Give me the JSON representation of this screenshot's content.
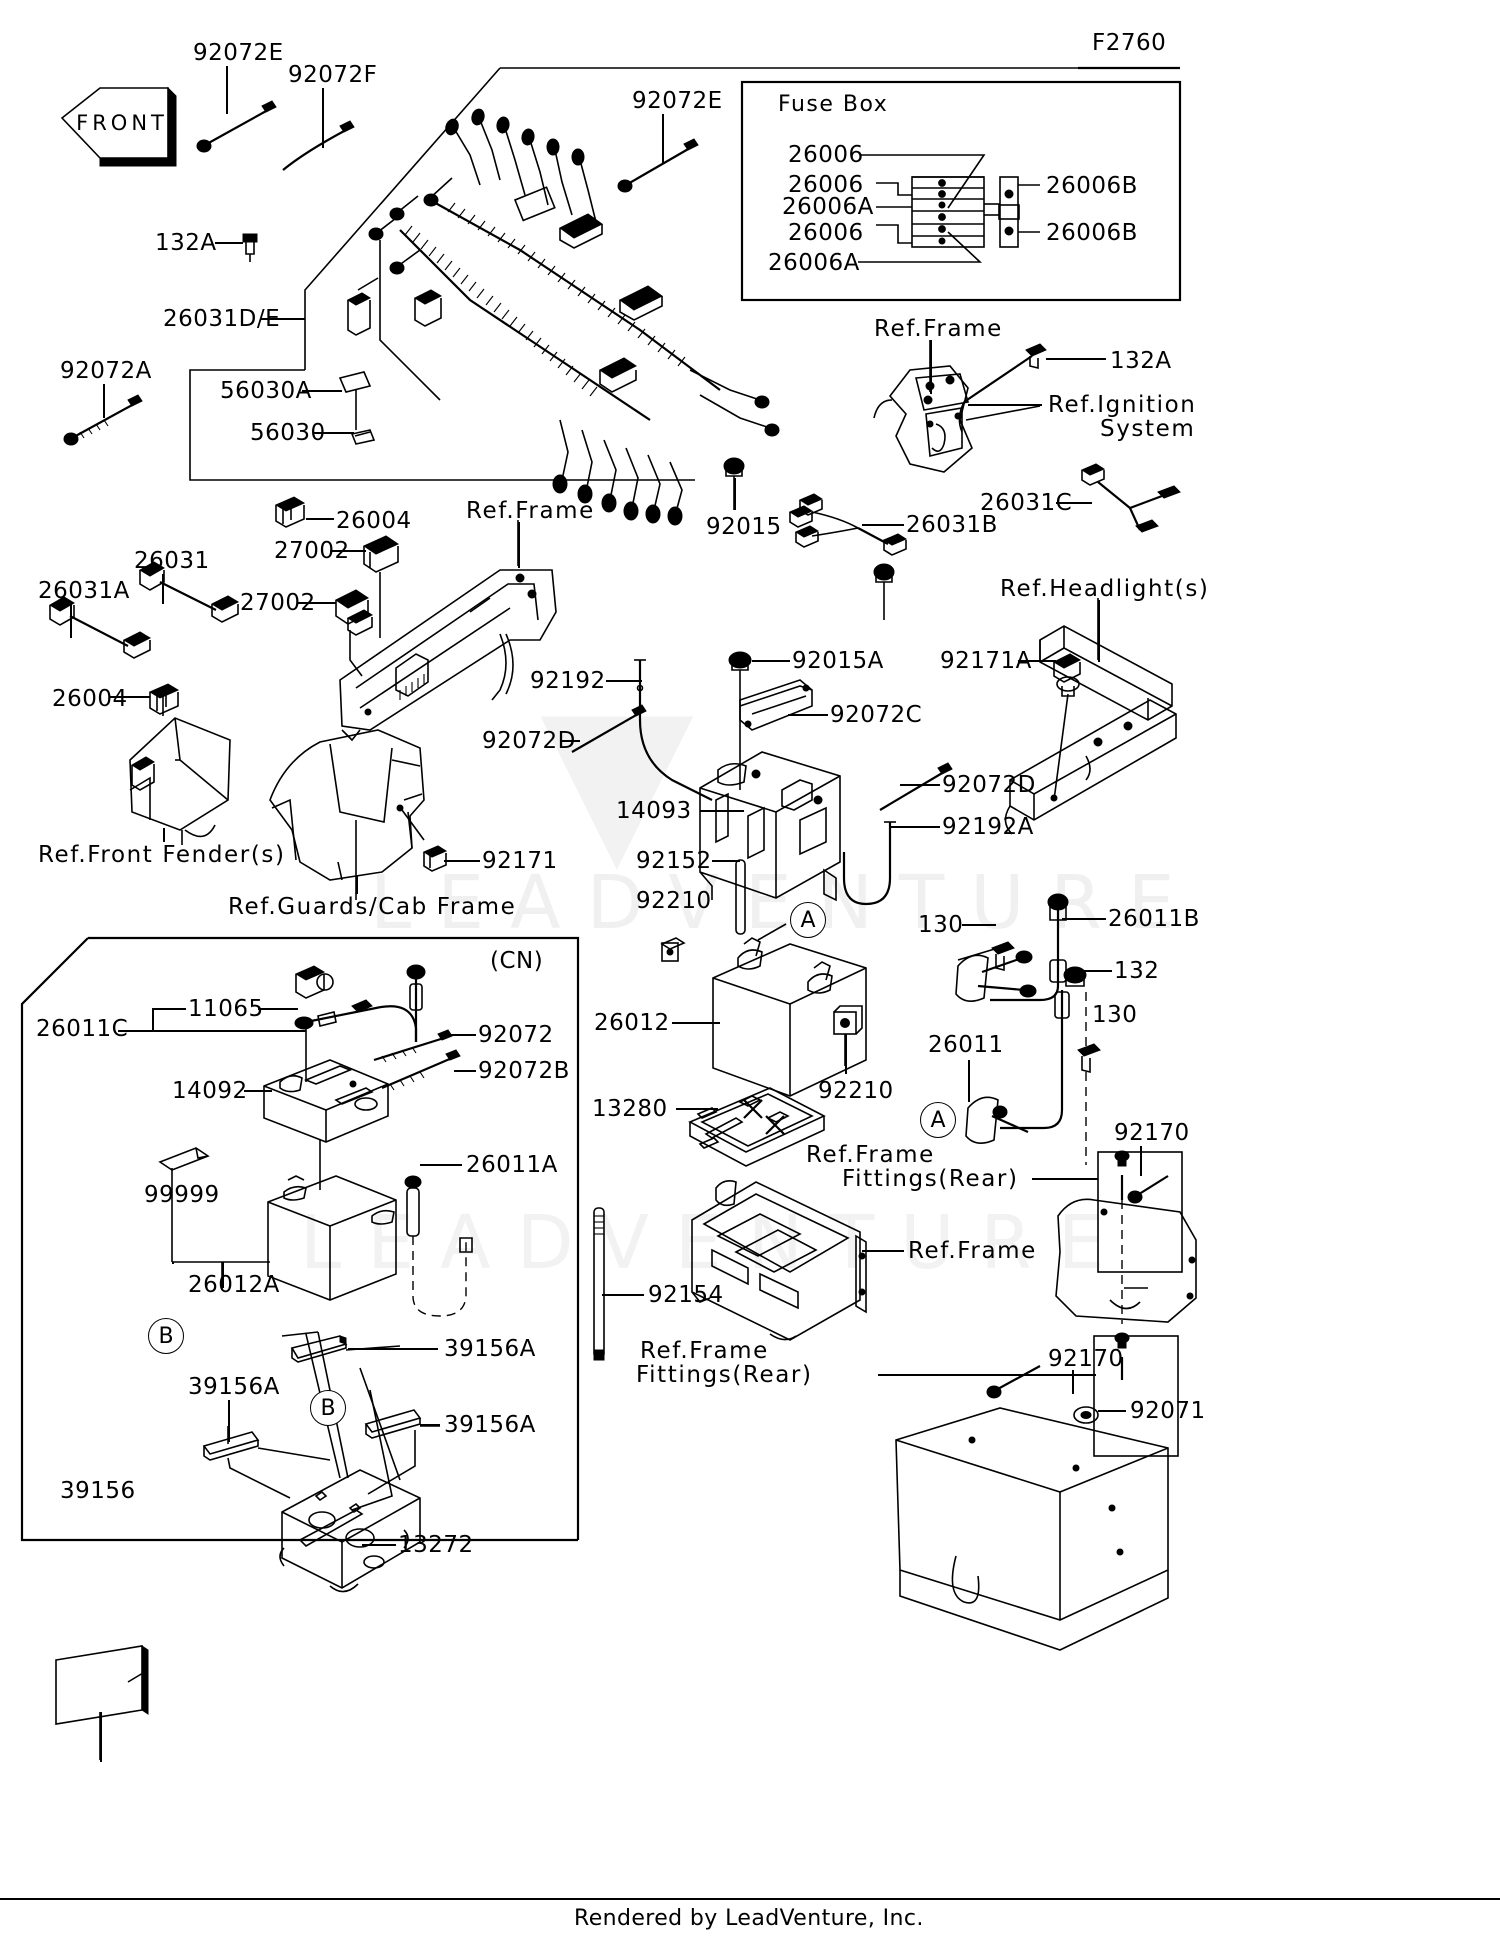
{
  "diagram": {
    "code": "F2760",
    "front_marker": "FRONT",
    "credit": "Rendered by LeadVenture, Inc.",
    "watermark": "LEADVENTURE"
  },
  "fuse_box": {
    "title": "Fuse Box",
    "left_labels": [
      "26006",
      "26006",
      "26006A",
      "26006",
      "26006A"
    ],
    "right_labels": [
      "26006B",
      "26006B"
    ]
  },
  "callouts": [
    {
      "id": "c01",
      "text": "92072E"
    },
    {
      "id": "c02",
      "text": "92072F"
    },
    {
      "id": "c03",
      "text": "92072E"
    },
    {
      "id": "c04",
      "text": "132A"
    },
    {
      "id": "c05",
      "text": "26031D/E"
    },
    {
      "id": "c06",
      "text": "92072A"
    },
    {
      "id": "c07",
      "text": "56030A"
    },
    {
      "id": "c08",
      "text": "56030"
    },
    {
      "id": "c09",
      "text": "26004"
    },
    {
      "id": "c10",
      "text": "Ref.Frame"
    },
    {
      "id": "c11",
      "text": "92015"
    },
    {
      "id": "c12",
      "text": "Ref.Frame"
    },
    {
      "id": "c13",
      "text": "132A"
    },
    {
      "id": "c14",
      "text": "Ref.Ignition"
    },
    {
      "id": "c15",
      "text": "System"
    },
    {
      "id": "c16",
      "text": "26031B"
    },
    {
      "id": "c17",
      "text": "26031C"
    },
    {
      "id": "c18",
      "text": "26031A"
    },
    {
      "id": "c19",
      "text": "26031"
    },
    {
      "id": "c20",
      "text": "27002"
    },
    {
      "id": "c21",
      "text": "27002"
    },
    {
      "id": "c22",
      "text": "Ref.Headlight(s)"
    },
    {
      "id": "c23",
      "text": "26004"
    },
    {
      "id": "c24",
      "text": "92192"
    },
    {
      "id": "c25",
      "text": "92015A"
    },
    {
      "id": "c26",
      "text": "92171A"
    },
    {
      "id": "c27",
      "text": "92072D"
    },
    {
      "id": "c28",
      "text": "92072C"
    },
    {
      "id": "c29",
      "text": "14093"
    },
    {
      "id": "c30",
      "text": "92072D"
    },
    {
      "id": "c31",
      "text": "92192A"
    },
    {
      "id": "c32",
      "text": "92152"
    },
    {
      "id": "c33",
      "text": "92210"
    },
    {
      "id": "c34",
      "text": "92171"
    },
    {
      "id": "c35",
      "text": "Ref.Front Fender(s)"
    },
    {
      "id": "c36",
      "text": "Ref.Guards/Cab Frame"
    },
    {
      "id": "c37",
      "text": "130"
    },
    {
      "id": "c38",
      "text": "26011B"
    },
    {
      "id": "c39",
      "text": "132"
    },
    {
      "id": "c40",
      "text": "130"
    },
    {
      "id": "c41",
      "text": "26012"
    },
    {
      "id": "c42",
      "text": "92210"
    },
    {
      "id": "c43",
      "text": "26011"
    },
    {
      "id": "c44",
      "text": "92170"
    },
    {
      "id": "c45",
      "text": "13280"
    },
    {
      "id": "c46",
      "text": "Ref.Frame"
    },
    {
      "id": "c47",
      "text": "Fittings(Rear)"
    },
    {
      "id": "c48",
      "text": "Ref.Frame"
    },
    {
      "id": "c49",
      "text": "92154"
    },
    {
      "id": "c50",
      "text": "Ref.Frame"
    },
    {
      "id": "c51",
      "text": "Fittings(Rear)"
    },
    {
      "id": "c52",
      "text": "92170"
    },
    {
      "id": "c53",
      "text": "92071"
    },
    {
      "id": "c54",
      "text": "(CN)"
    },
    {
      "id": "c55",
      "text": "11065"
    },
    {
      "id": "c56",
      "text": "26011C"
    },
    {
      "id": "c57",
      "text": "92072"
    },
    {
      "id": "c58",
      "text": "92072B"
    },
    {
      "id": "c59",
      "text": "14092"
    },
    {
      "id": "c60",
      "text": "26011A"
    },
    {
      "id": "c61",
      "text": "99999"
    },
    {
      "id": "c62",
      "text": "26012A"
    },
    {
      "id": "c63",
      "text": "39156A"
    },
    {
      "id": "c64",
      "text": "39156A"
    },
    {
      "id": "c65",
      "text": "39156A"
    },
    {
      "id": "c66",
      "text": "39156"
    },
    {
      "id": "c67",
      "text": "13272"
    }
  ],
  "group_markers": [
    {
      "id": "A1",
      "text": "A"
    },
    {
      "id": "A2",
      "text": "A"
    },
    {
      "id": "B1",
      "text": "B"
    },
    {
      "id": "B2",
      "text": "B"
    }
  ]
}
